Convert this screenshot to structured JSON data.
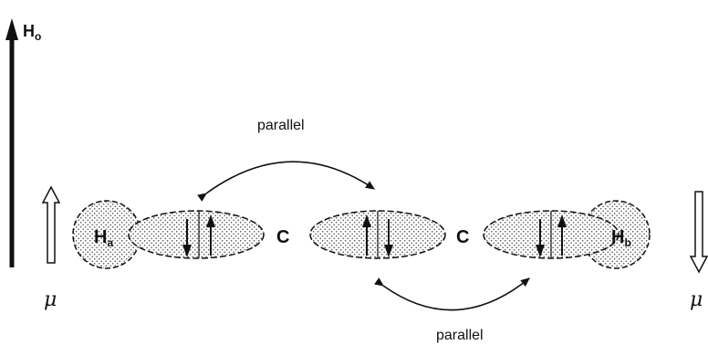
{
  "field_label": "H",
  "field_subscript": "o",
  "atom_a_label": "H",
  "atom_a_subscript": "a",
  "atom_b_label": "H",
  "atom_b_subscript": "b",
  "carbon_label": "C",
  "spin_relation_top": "parallel",
  "spin_relation_bottom": "parallel",
  "moment_label": "μ",
  "colors": {
    "ink": "#111111",
    "stipple": "#444444",
    "background": "#ffffff"
  }
}
